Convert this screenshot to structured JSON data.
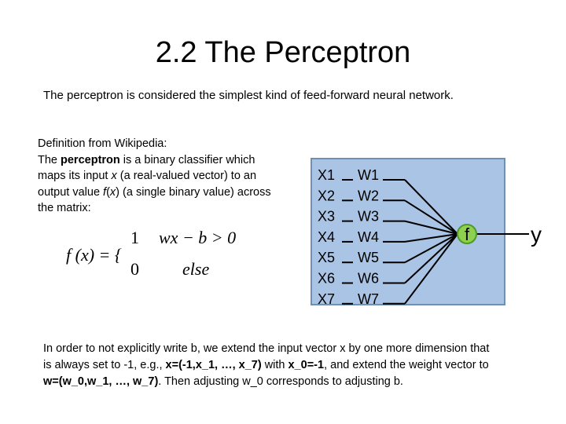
{
  "slide": {
    "title": "2.2 The Perceptron",
    "subtitle": "The perceptron is considered the simplest kind of feed-forward neural network.",
    "definition": {
      "line1": "Definition from Wikipedia:",
      "line2_prefix": "The ",
      "line2_bold": "perceptron",
      "line2_suffix": " is a binary classifier which",
      "line3_prefix": "maps its input ",
      "line3_italic": "x",
      "line3_suffix": " (a real-valued vector) to an",
      "line4_prefix": "output value ",
      "line4_italic_f": "f",
      "line4_mid": "(",
      "line4_italic_x": "x",
      "line4_suffix": ") (a single binary value) across",
      "line5": "the matrix:"
    },
    "formula": {
      "lhs": "f (x) = {",
      "case1_value": "1",
      "case1_condition": "wx − b > 0",
      "case2_value": "0",
      "case2_condition": "else"
    },
    "diagram": {
      "inputs": [
        "X1",
        "X2",
        "X3",
        "X4",
        "X5",
        "X6",
        "X7"
      ],
      "weights": [
        "W1",
        "W2",
        "W3",
        "W4",
        "W5",
        "W6",
        "W7"
      ],
      "node_label": "f",
      "output_label": "y",
      "colors": {
        "panel_fill": "#a9c4e4",
        "panel_border": "#6f8fb4",
        "node_fill": "#8fd14f",
        "node_border": "#4f9a2a",
        "lines": "#000000"
      }
    },
    "bottom_note": {
      "part1": "In order to not explicitly write b, we extend the input vector x by one more dimension that is always set to -1, e.g., ",
      "bold1": "x=(-1,x_1, …, x_7)",
      "part2": " with ",
      "bold2": "x_0=-1",
      "part3": ", and extend the weight vector to ",
      "bold3": "w=(w_0,w_1, …, w_7)",
      "part4": ". Then adjusting w_0 corresponds to adjusting b."
    }
  }
}
